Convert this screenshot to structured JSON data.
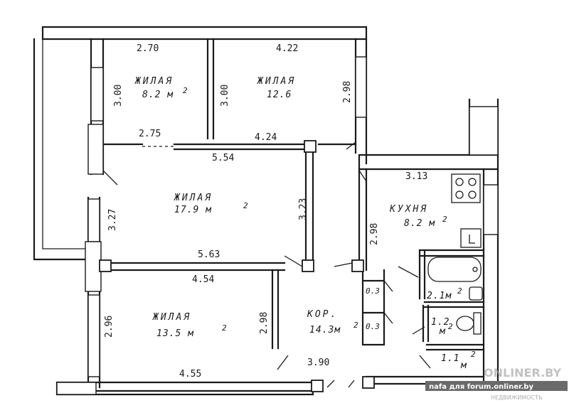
{
  "rooms": {
    "room1": {
      "label": "ЖИЛАЯ",
      "area": "8.2 м",
      "sup": "2"
    },
    "room2": {
      "label": "ЖИЛАЯ",
      "area": "12.6"
    },
    "room3": {
      "label": "ЖИЛАЯ",
      "area": "17.9 м",
      "sup": "2"
    },
    "room4": {
      "label": "ЖИЛАЯ",
      "area": "13.5 м",
      "sup": "2"
    },
    "kitchen": {
      "label": "КУХНЯ",
      "area": "8.2 м",
      "sup": "2"
    },
    "corridor": {
      "label": "КОР.",
      "area": "14.3м",
      "sup": "2"
    },
    "bath": {
      "area": "2.1м",
      "sup": "2"
    },
    "wc": {
      "area": "1.2",
      "unit": "м",
      "sup": "2"
    },
    "closet": {
      "area": "1.1",
      "unit": "м",
      "sup": "2"
    },
    "niche_top": "0.3",
    "niche_bottom": "0.3"
  },
  "dimensions": {
    "d270": "2.70",
    "d422": "4.22",
    "d300a": "3.00",
    "d300b": "3.00",
    "d298a": "2.98",
    "d275": "2.75",
    "d424": "4.24",
    "d554": "5.54",
    "d313": "3.13",
    "d323": "3.23",
    "d327": "3.27",
    "d298b": "2.98",
    "d563": "5.63",
    "d454": "4.54",
    "d296": "2.96",
    "d298c": "2.98",
    "d390": "3.90",
    "d455": "4.55"
  },
  "watermark": {
    "brand": "ONLINER.BY",
    "credit": "nafa для forum.onliner.by",
    "sub": "НЕДВИЖИМОСТЬ"
  }
}
